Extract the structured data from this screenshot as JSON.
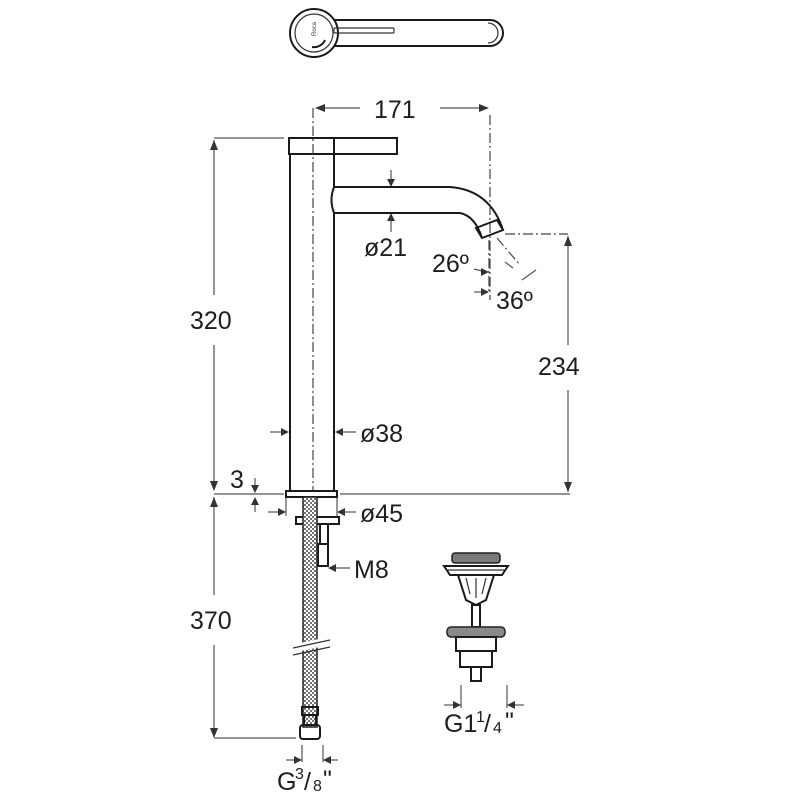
{
  "diagram": {
    "subject": "tall basin mixer faucet dimension drawing",
    "units": "mm",
    "colors": {
      "line": "#1a1a1a",
      "dimension": "#555555",
      "background": "#ffffff",
      "hose_fill": "#6a6a6a"
    }
  },
  "views": {
    "top_view": {
      "label": "top view of lever handle"
    },
    "side_view": {
      "label": "side elevation of faucet"
    },
    "drain_view": {
      "label": "click-clack waste valve"
    }
  },
  "dimensions": {
    "spout_reach": "171",
    "total_height": "320",
    "spout_height": "234",
    "spout_diameter": "ø21",
    "body_diameter": "ø38",
    "base_diameter": "ø45",
    "base_thickness": "3",
    "hose_length": "370",
    "stud_thread": "M8",
    "spout_angle_1": "26º",
    "spout_angle_2": "36º",
    "hose_connection": {
      "prefix": "G",
      "num": "3",
      "slash": "/",
      "den": "8",
      "suffix": "\""
    },
    "drain_connection": {
      "prefix": "G1",
      "num": "1",
      "slash": "/",
      "den": "4",
      "suffix": "\""
    }
  }
}
